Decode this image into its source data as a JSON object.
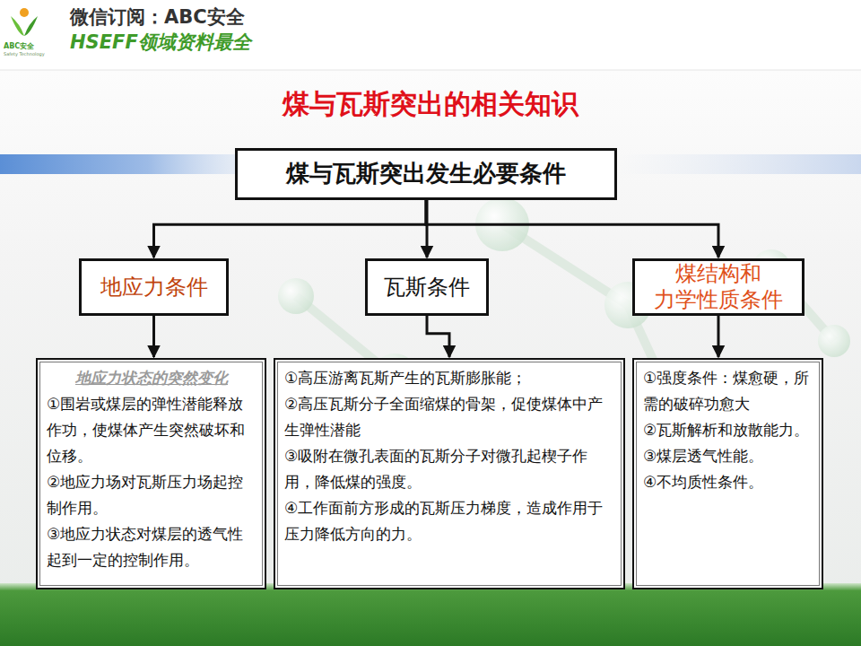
{
  "diagram": {
    "title": "煤与瓦斯突出的相关知识",
    "nodes": [
      {
        "text": [
          "煤与瓦斯突出发生必要条件"
        ]
      },
      {
        "text": [
          "地应力条件"
        ]
      },
      {
        "text": [
          "瓦斯条件"
        ]
      },
      {
        "text": [
          "煤结构和 力学性质条件"
        ]
      },
      {
        "text": [
          "地应力状态的突然变化",
          "①围岩或煤层的弹性潜能释放作功，使煤体产生突然破坏和位移。",
          "②地应力场对瓦斯压力场起控制作用。",
          "③地应力状态对煤层的透气性起到一定的控制作用。"
        ]
      },
      {
        "text": [
          "①高压游离瓦斯产生的瓦斯膨胀能；",
          "②高压瓦斯分子全面缩煤的骨架，促使煤体中产生弹性潜能",
          "③吸附在微孔表面的瓦斯分子对微孔起楔子作用，降低煤的强度。",
          "④工作面前方形成的瓦斯压力梯度，造成作用于压力降低方向的力。"
        ]
      },
      {
        "text": [
          "①强度条件：煤愈硬，所需的破碎功愈大",
          "②瓦斯解析和放散能力。",
          "③煤层透气性能。",
          "④不均质性条件。"
        ]
      }
    ],
    "edges": [
      {
        "from": 0,
        "to": 1,
        "arrow": "to"
      },
      {
        "from": 0,
        "to": 2,
        "arrow": "to"
      },
      {
        "from": 0,
        "to": 3,
        "arrow": "to"
      },
      {
        "from": 1,
        "to": 4,
        "arrow": "to"
      },
      {
        "from": 2,
        "to": 5,
        "arrow": "to"
      },
      {
        "from": 3,
        "to": 6,
        "arrow": "to"
      }
    ],
    "labels": [
      "ABC安全",
      "Safety Technology",
      "微信订阅：ABC安全",
      "HSEFF领域资料最全"
    ]
  }
}
